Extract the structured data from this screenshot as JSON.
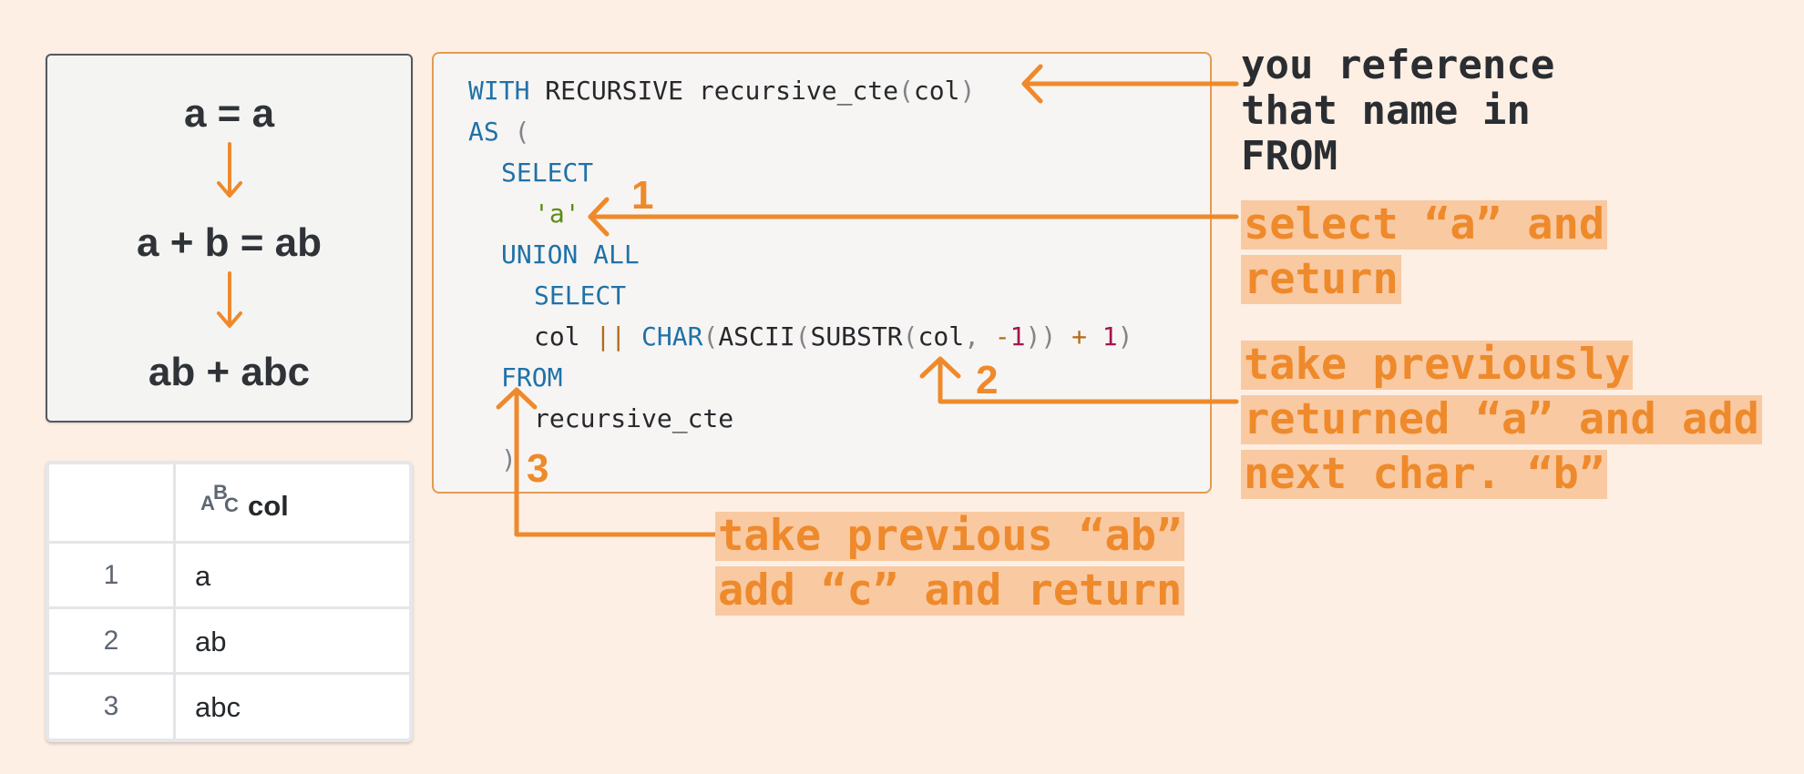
{
  "sequence": {
    "steps": [
      "a = a",
      "a + b = ab",
      "ab + abc"
    ]
  },
  "result_table": {
    "column_name": "col",
    "type_icon": "text-type-icon",
    "type_glyphs": [
      "A",
      "B",
      "C"
    ],
    "rows": [
      {
        "num": "1",
        "value": "a"
      },
      {
        "num": "2",
        "value": "ab"
      },
      {
        "num": "3",
        "value": "abc"
      }
    ]
  },
  "code": {
    "l1": {
      "kw": "WITH",
      "mid": " RECURSIVE recursive_cte",
      "p1": "(",
      "arg": "col",
      "p2": ")"
    },
    "l2": {
      "kw": "AS",
      "p": " ("
    },
    "l3": {
      "kw": "SELECT"
    },
    "l4": {
      "str": "'a'"
    },
    "l5": {
      "kw": "UNION ALL"
    },
    "l6": {
      "kw": "SELECT"
    },
    "l7": {
      "a": "col ",
      "op1": "||",
      "sp": " ",
      "fn": "CHAR",
      "p1": "(",
      "b": "ASCII",
      "p2": "(",
      "c": "SUBSTR",
      "p3": "(",
      "d": "col",
      "comma": ", ",
      "neg": "-",
      "n1": "1",
      "p4": "))",
      "sp2": " ",
      "op2": "+",
      "sp3": " ",
      "n2": "1",
      "p5": ")"
    },
    "l8": {
      "kw": "FROM"
    },
    "l9": {
      "text": "recursive_cte"
    },
    "l10": {
      "p": ")"
    }
  },
  "step_numbers": [
    "1",
    "2",
    "3"
  ],
  "annotations": {
    "name_ref": [
      "you reference",
      "that name in",
      "FROM"
    ],
    "select_a": [
      "select “a” and",
      "return"
    ],
    "take_prev": [
      "take previously",
      "returned “a” and add",
      "next char. “b”"
    ],
    "take_ab": [
      "take previous “ab”",
      "add “c” and return"
    ]
  },
  "colors": {
    "accent": "#ee8a2b",
    "highlight": "#f9c9a2",
    "background": "#fdefe4",
    "keyword": "#1f72a8"
  }
}
